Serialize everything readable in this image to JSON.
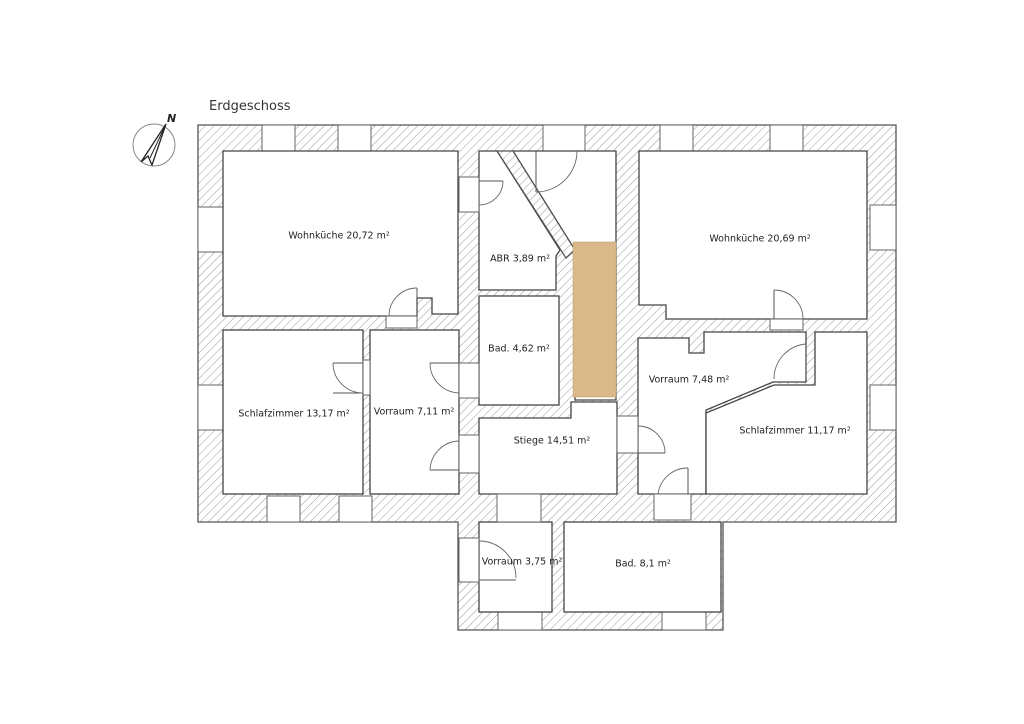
{
  "plan": {
    "title": "Erdgeschoss",
    "compass": {
      "label": "N",
      "icon": "north-arrow-icon"
    },
    "colors": {
      "wall_stroke": "#555555",
      "hatch": "#9a9a9a",
      "stair_fill": "#d9b88a",
      "background": "#ffffff"
    }
  },
  "rooms": [
    {
      "id": "wohnkueche-left",
      "label": "Wohnküche 20,72 m²"
    },
    {
      "id": "abr",
      "label": "ABR 3,89 m²"
    },
    {
      "id": "bad-upper",
      "label": "Bad. 4,62 m²"
    },
    {
      "id": "wohnkueche-right",
      "label": "Wohnküche 20,69 m²"
    },
    {
      "id": "schlafzimmer-left",
      "label": "Schlafzimmer 13,17 m²"
    },
    {
      "id": "vorraum-left",
      "label": "Vorraum 7,11 m²"
    },
    {
      "id": "stiege",
      "label": "Stiege 14,51 m²"
    },
    {
      "id": "vorraum-right",
      "label": "Vorraum 7,48 m²"
    },
    {
      "id": "schlafzimmer-right",
      "label": "Schlafzimmer 11,17 m²"
    },
    {
      "id": "vorraum-lower",
      "label": "Vorraum 3,75 m²"
    },
    {
      "id": "bad-lower",
      "label": "Bad. 8,1 m²"
    }
  ]
}
